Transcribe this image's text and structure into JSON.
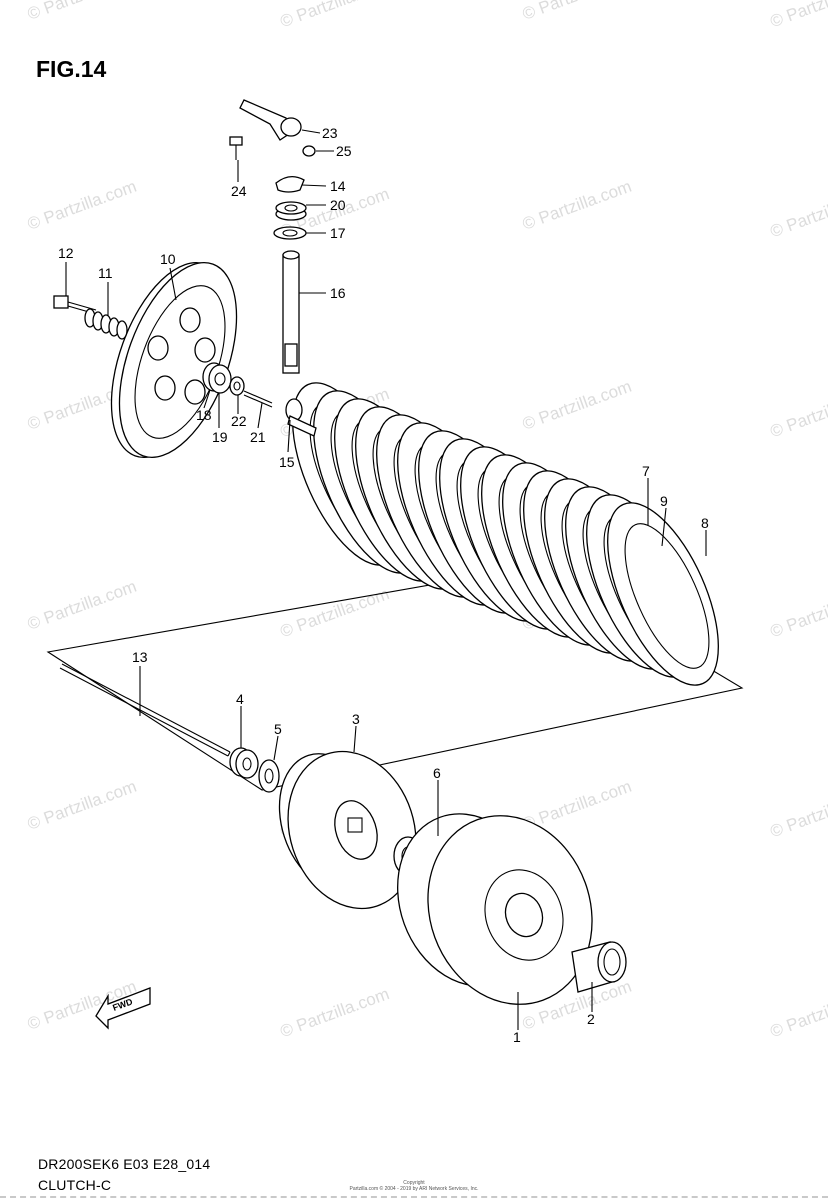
{
  "figure_title": "FIG.14",
  "footer": {
    "model_code": "DR200SEK6 E03 E28_014",
    "section_name": "CLUTCH-C"
  },
  "fine_print": {
    "line1": "Copyright",
    "line2": "Partzilla.com © 2004 - 2019 by ARI Network Services, Inc."
  },
  "watermark_text": "© Partzilla.com",
  "direction_badge": "FWD",
  "callouts": {
    "c1": "1",
    "c2": "2",
    "c3": "3",
    "c4": "4",
    "c5": "5",
    "c6": "6",
    "c7": "7",
    "c8": "8",
    "c9": "9",
    "c10": "10",
    "c11": "11",
    "c12": "12",
    "c13": "13",
    "c14": "14",
    "c15": "15",
    "c16": "16",
    "c17": "17",
    "c18": "18",
    "c19": "19",
    "c20": "20",
    "c21": "21",
    "c22": "22",
    "c23": "23",
    "c24": "24",
    "c25": "25"
  }
}
